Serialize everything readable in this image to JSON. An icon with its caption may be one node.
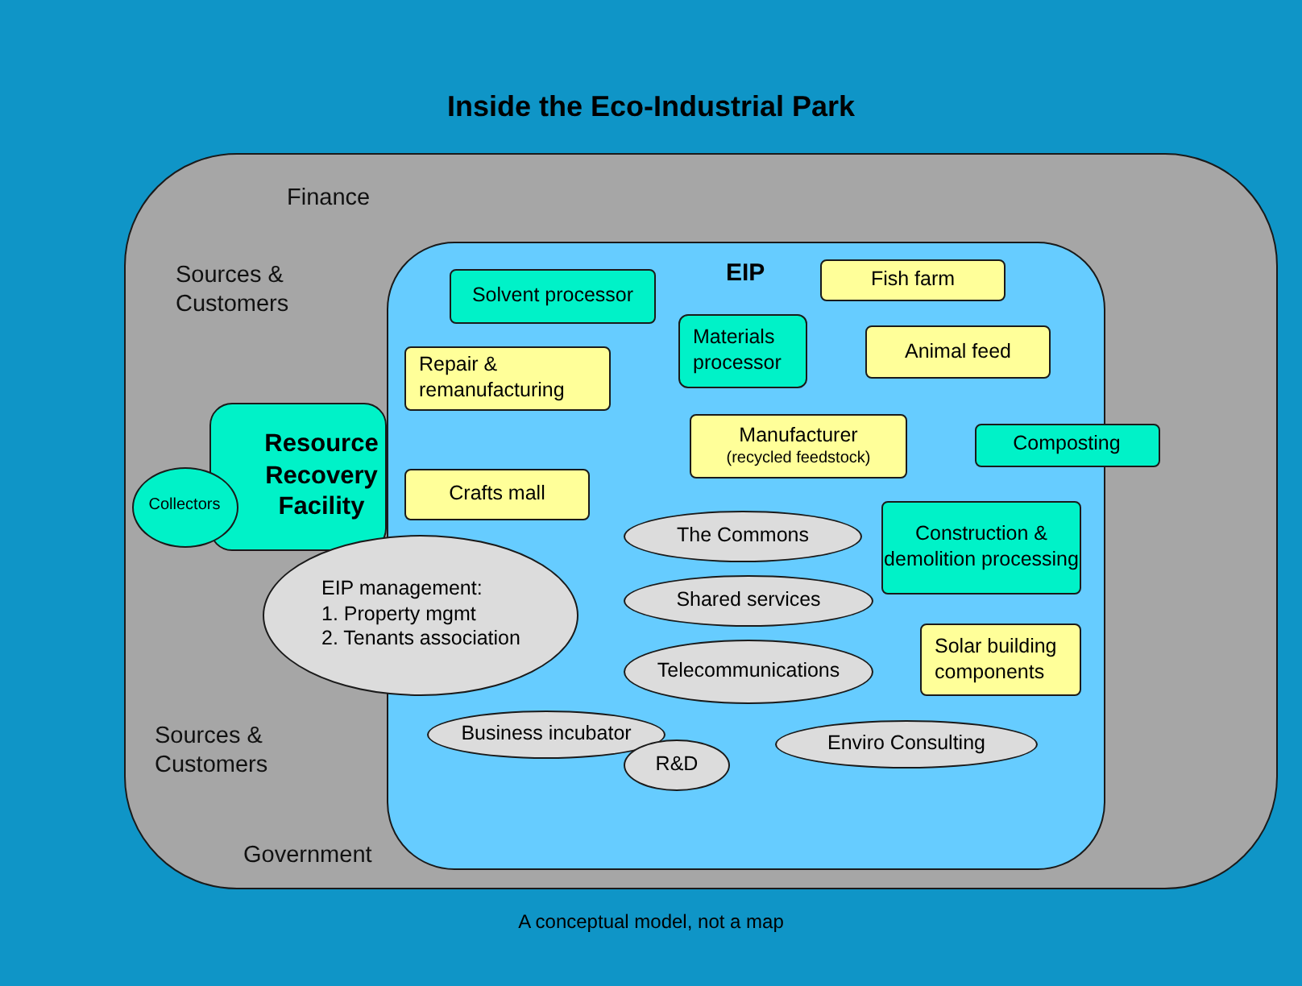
{
  "diagram": {
    "title": "Inside the Eco-Industrial Park",
    "caption": "A conceptual model, not a map",
    "nodes": [
      {
        "text": [
          "Finance",
          "Sources & Customers",
          "Sources & Customers",
          "Government"
        ]
      },
      {
        "text": [
          "EIP"
        ],
        "in": 0
      },
      {
        "text": [
          "Solvent processor"
        ],
        "in": 1
      },
      {
        "text": [
          "Fish farm"
        ],
        "in": 1
      },
      {
        "text": [
          "Materials processor"
        ],
        "in": 1
      },
      {
        "text": [
          "Animal feed"
        ],
        "in": 1
      },
      {
        "text": [
          "Repair & remanufacturing"
        ],
        "in": 1
      },
      {
        "text": [
          "Resource Recovery Facility"
        ],
        "in": 0
      },
      {
        "text": [
          "Manufacturer",
          "(recycled feedstock)"
        ],
        "in": 1
      },
      {
        "text": [
          "Composting"
        ],
        "in": 0
      },
      {
        "text": [
          "Collectors"
        ],
        "in": 0
      },
      {
        "text": [
          "Crafts mall"
        ],
        "in": 1
      },
      {
        "text": [
          "The Commons"
        ],
        "in": 1
      },
      {
        "text": [
          "Construction & demolition processing"
        ],
        "in": 1
      },
      {
        "text": [
          "EIP management:",
          "1. Property mgmt",
          "2. Tenants association"
        ],
        "in": 0
      },
      {
        "text": [
          "Shared services"
        ],
        "in": 1
      },
      {
        "text": [
          "Solar building components"
        ],
        "in": 1
      },
      {
        "text": [
          "Telecommunications"
        ],
        "in": 1
      },
      {
        "text": [
          "Business incubator"
        ],
        "in": 1
      },
      {
        "text": [
          "Enviro Consulting"
        ],
        "in": 1
      },
      {
        "text": [
          "R&D"
        ],
        "in": 1
      }
    ]
  }
}
